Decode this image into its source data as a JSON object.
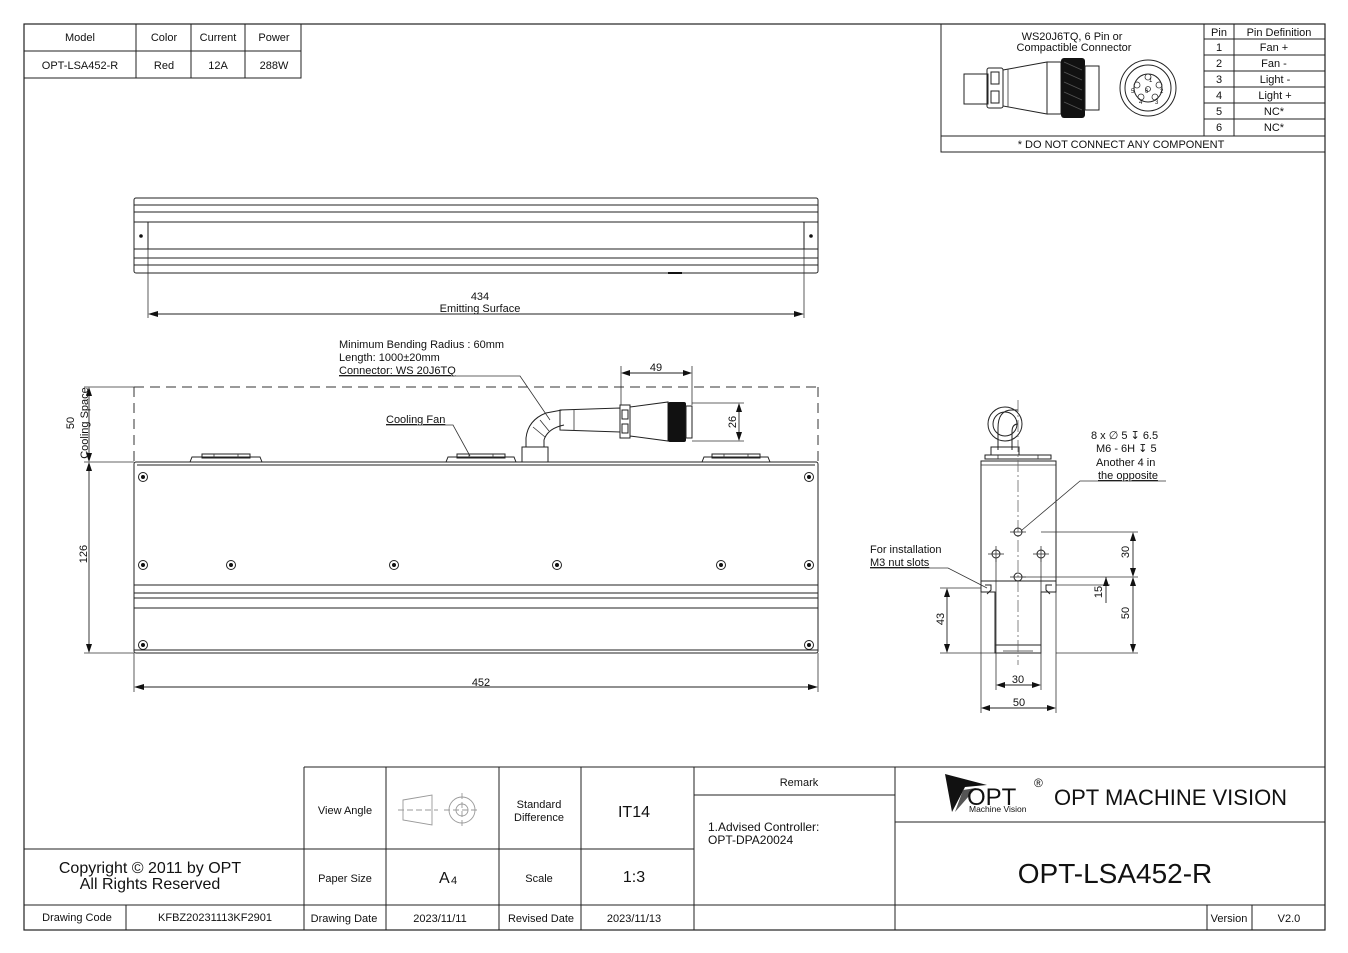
{
  "spec_table": {
    "headers": [
      "Model",
      "Color",
      "Current",
      "Power"
    ],
    "row": [
      "OPT-LSA452-R",
      "Red",
      "12A",
      "288W"
    ]
  },
  "connector": {
    "title_line1": "WS20J6TQ,  6 Pin or",
    "title_line2": "Compactible Connector",
    "pin_header": "Pin",
    "def_header": "Pin Definition",
    "pins": [
      {
        "pin": "1",
        "def": "Fan +"
      },
      {
        "pin": "2",
        "def": "Fan -"
      },
      {
        "pin": "3",
        "def": "Light -"
      },
      {
        "pin": "4",
        "def": "Light +"
      },
      {
        "pin": "5",
        "def": "NC*"
      },
      {
        "pin": "6",
        "def": "NC*"
      }
    ],
    "pin_glyphs": [
      "1",
      "2",
      "3",
      "4",
      "5",
      "6"
    ],
    "note": "* DO NOT CONNECT ANY COMPONENT"
  },
  "top_view": {
    "dim_value": "434",
    "dim_label": "Emitting Surface"
  },
  "front_view": {
    "cable_note_1": "Minimum Bending Radius : 60mm",
    "cable_note_2": "Length: 1000±20mm",
    "cable_note_3": "Connector: WS 20J6TQ",
    "fan_label": "Cooling Fan",
    "dim_49": "49",
    "dim_26": "26",
    "dim_50": "50",
    "cooling_space": "Cooling Space",
    "dim_126": "126",
    "dim_452": "452"
  },
  "side_view": {
    "hole_note_1": "8 x ∅ 5 ↧ 6.5",
    "hole_note_2": "M6 - 6H ↧ 5",
    "hole_note_3": "Another 4 in",
    "hole_note_4": "the opposite",
    "install_1": "For installation",
    "install_2": "M3 nut slots",
    "dim_30v": "30",
    "dim_15": "15",
    "dim_50v": "50",
    "dim_43": "43",
    "dim_30h": "30",
    "dim_50h": "50"
  },
  "title_block": {
    "view_angle": "View Angle",
    "standard_difference_1": "Standard",
    "standard_difference_2": "Difference",
    "tolerance": "IT14",
    "remark_label": "Remark",
    "remark_1": "1.Advised Controller:",
    "remark_2": "OPT-DPA20024",
    "copyright_1": "Copyright © 2011 by OPT",
    "copyright_2": "All Rights Reserved",
    "paper_size_label": "Paper Size",
    "paper_size": "A",
    "paper_size_sub": "4",
    "scale_label": "Scale",
    "scale": "1:3",
    "drawing_code_label": "Drawing Code",
    "drawing_code": "KFBZ20231113KF2901",
    "drawing_date_label": "Drawing Date",
    "drawing_date": "2023/11/11",
    "revised_date_label": "Revised Date",
    "revised_date": "2023/11/13",
    "logo_text": "OPT",
    "logo_reg": "®",
    "logo_sub": "Machine Vision",
    "company": "OPT MACHINE VISION",
    "part_number": "OPT-LSA452-R",
    "version_label": "Version",
    "version": "V2.0"
  },
  "colors": {
    "line": "#222222",
    "paper": "#ffffff"
  }
}
